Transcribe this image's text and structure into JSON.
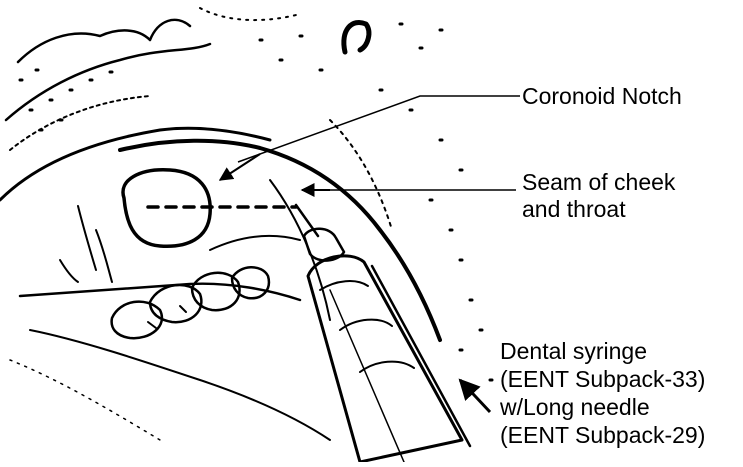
{
  "labels": {
    "coronoid_notch": "Coronoid Notch",
    "seam_line1": "Seam of cheek",
    "seam_line2": "and throat",
    "syringe_line1": "Dental syringe",
    "syringe_line2": "(EENT Subpack-33)",
    "syringe_line3": "w/Long needle",
    "syringe_line4": "(EENT Subpack-29)"
  },
  "colors": {
    "ink": "#000000",
    "paper": "#ffffff"
  }
}
